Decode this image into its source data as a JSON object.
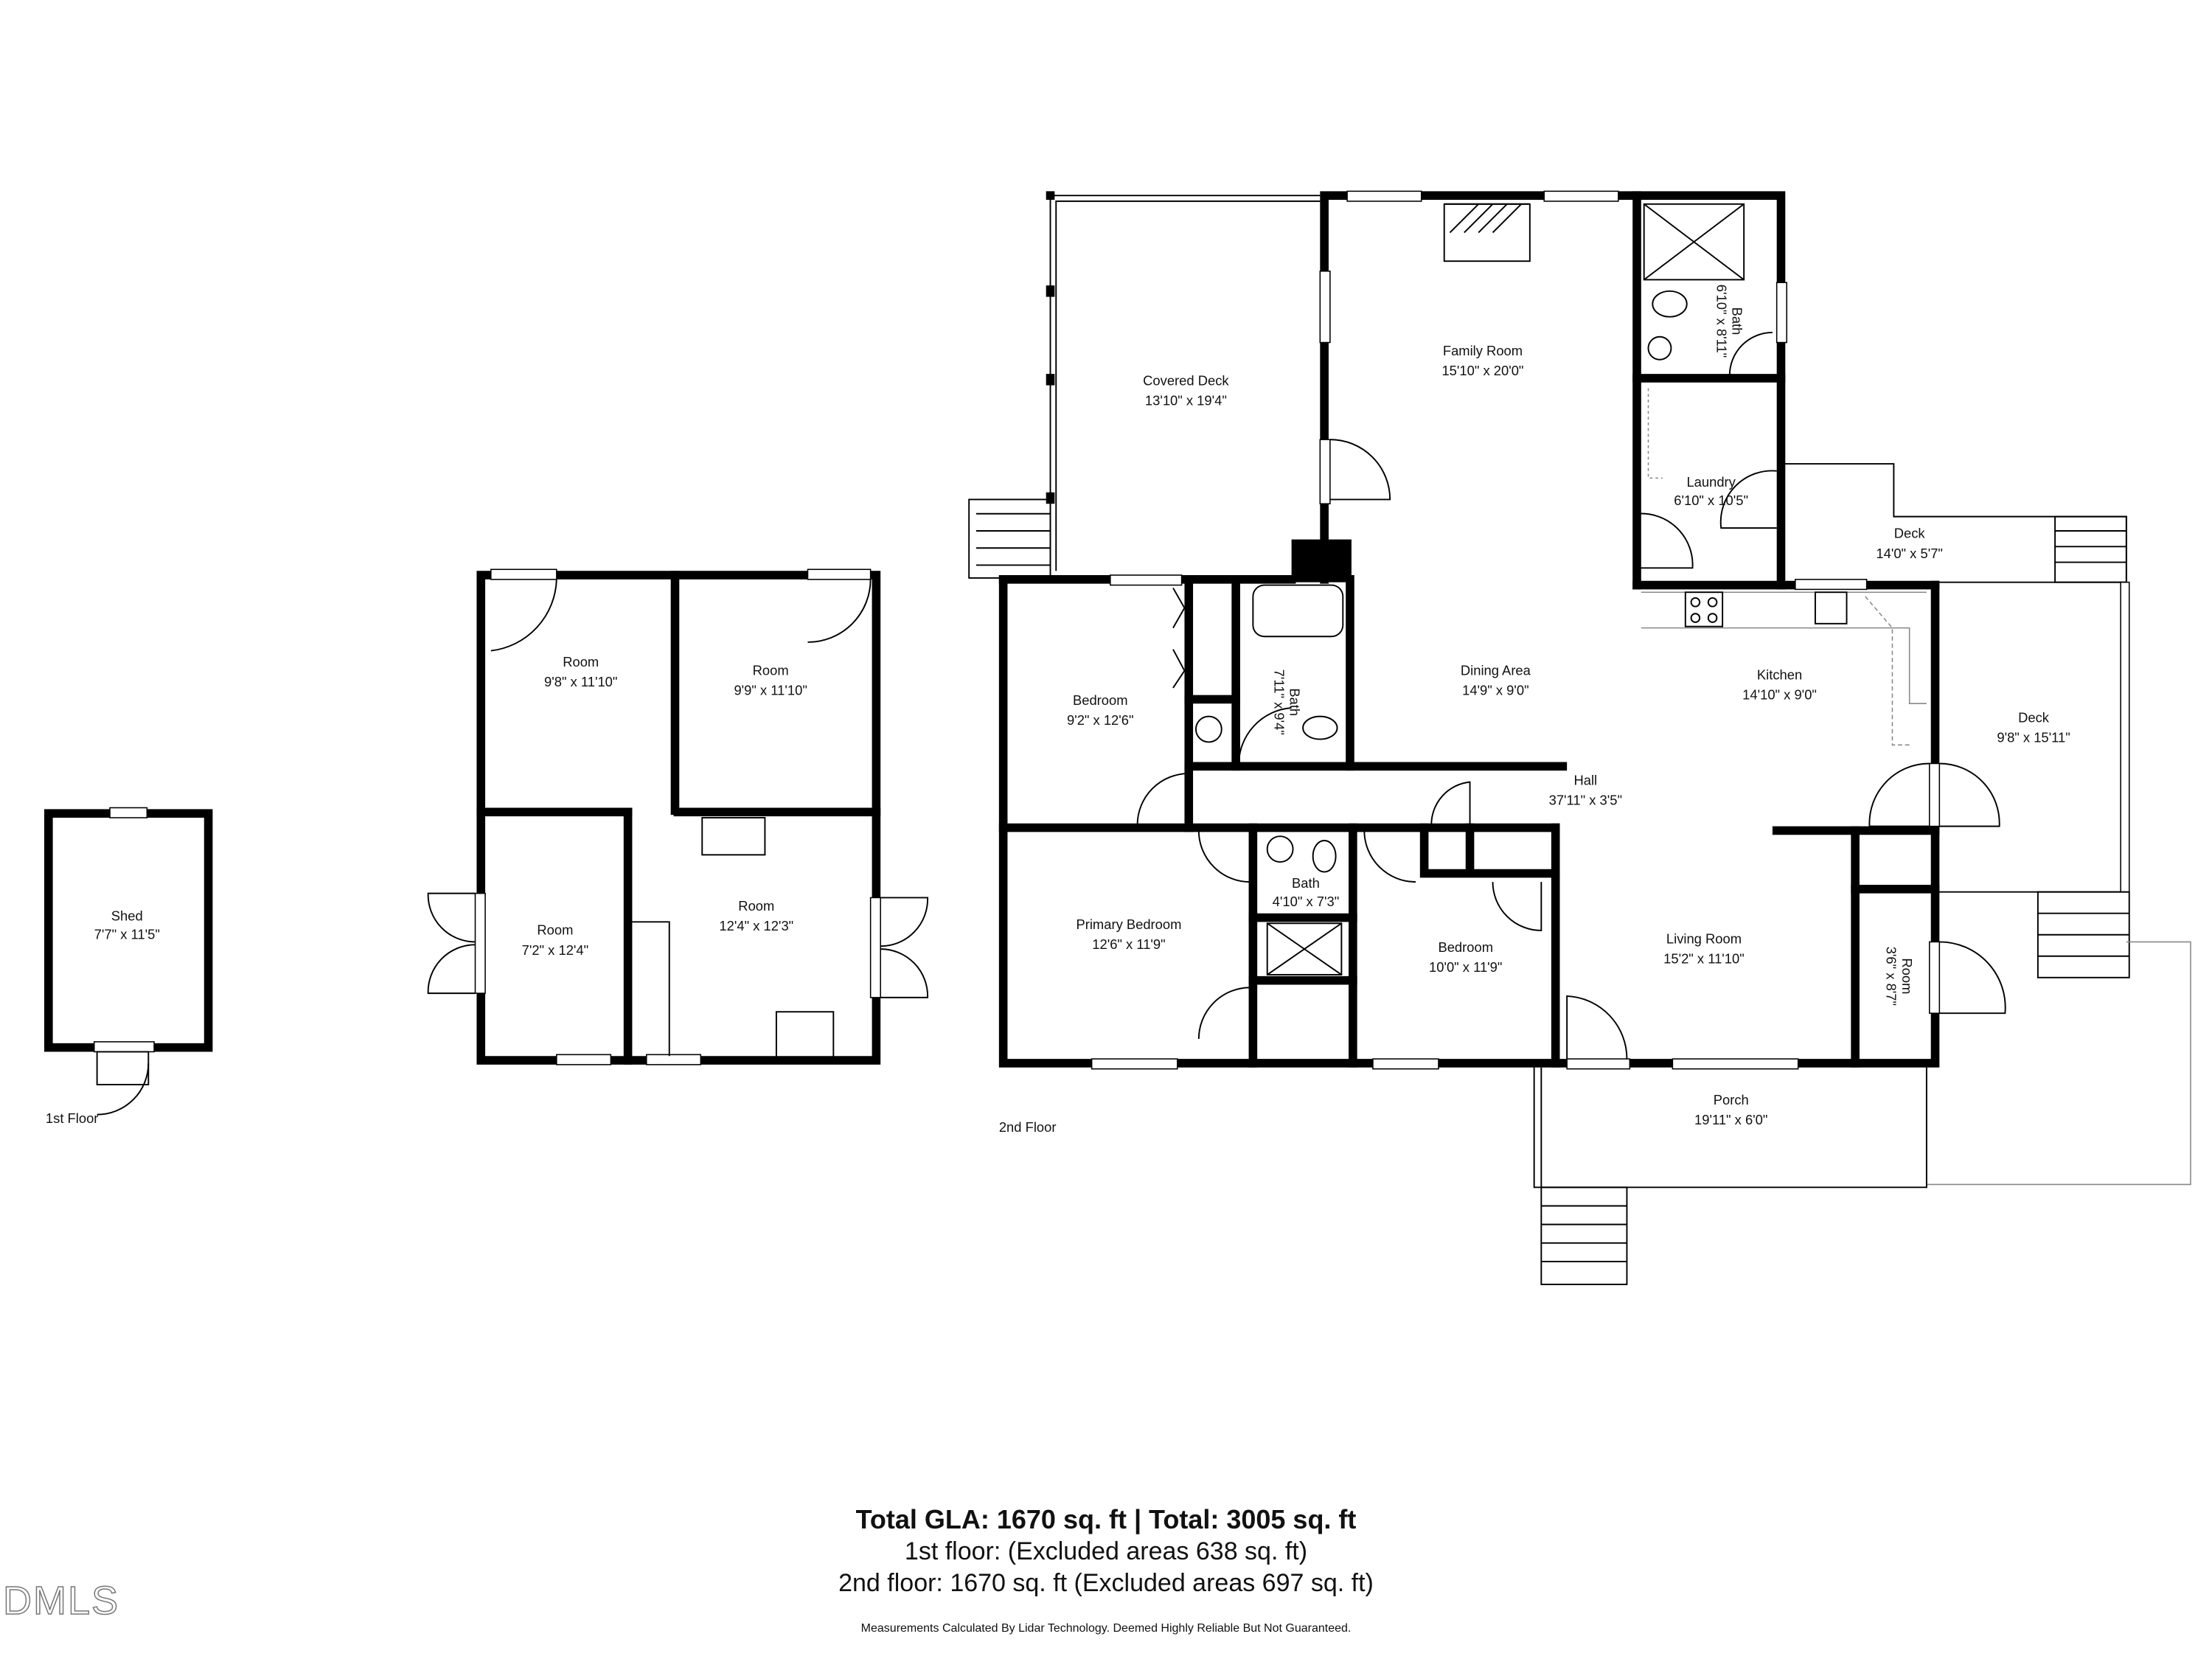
{
  "first_floor": {
    "label": "1st Floor",
    "rooms": [
      {
        "name": "Shed",
        "dims": "7'7\" x 11'5\""
      },
      {
        "name": "Room",
        "dims": "9'8\" x 11'10\""
      },
      {
        "name": "Room",
        "dims": "9'9\" x 11'10\""
      },
      {
        "name": "Room",
        "dims": "7'2\" x 12'4\""
      },
      {
        "name": "Room",
        "dims": "12'4\" x 12'3\""
      }
    ]
  },
  "second_floor": {
    "label": "2nd Floor",
    "rooms": [
      {
        "name": "Covered Deck",
        "dims": "13'10\" x 19'4\""
      },
      {
        "name": "Family Room",
        "dims": "15'10\" x 20'0\""
      },
      {
        "name": "Bath",
        "dims": "6'10\" x 8'11\""
      },
      {
        "name": "Laundry",
        "dims": "6'10\" x 10'5\""
      },
      {
        "name": "Deck",
        "dims": "14'0\" x 5'7\""
      },
      {
        "name": "Bedroom",
        "dims": "9'2\" x 12'6\""
      },
      {
        "name": "Bath",
        "dims": "7'11\" x 9'4\""
      },
      {
        "name": "Dining Area",
        "dims": "14'9\" x 9'0\""
      },
      {
        "name": "Kitchen",
        "dims": "14'10\" x 9'0\""
      },
      {
        "name": "Deck",
        "dims": "9'8\" x 15'11\""
      },
      {
        "name": "Hall",
        "dims": "37'11\" x 3'5\""
      },
      {
        "name": "Primary Bedroom",
        "dims": "12'6\" x 11'9\""
      },
      {
        "name": "Bath",
        "dims": "4'10\" x 7'3\""
      },
      {
        "name": "Bedroom",
        "dims": "10'0\" x 11'9\""
      },
      {
        "name": "Living Room",
        "dims": "15'2\" x 11'10\""
      },
      {
        "name": "Room",
        "dims": "3'6\" x 8'7\""
      },
      {
        "name": "Porch",
        "dims": "19'11\" x 6'0\""
      }
    ]
  },
  "summary": {
    "total": "Total GLA: 1670 sq. ft | Total: 3005 sq. ft",
    "first_floor": "1st floor: (Excluded areas 638 sq. ft)",
    "second_floor": "2nd floor: 1670 sq. ft (Excluded areas 697 sq. ft)",
    "disclaimer": "Measurements Calculated By Lidar Technology. Deemed Highly Reliable But Not Guaranteed."
  },
  "logo": "DMLS"
}
